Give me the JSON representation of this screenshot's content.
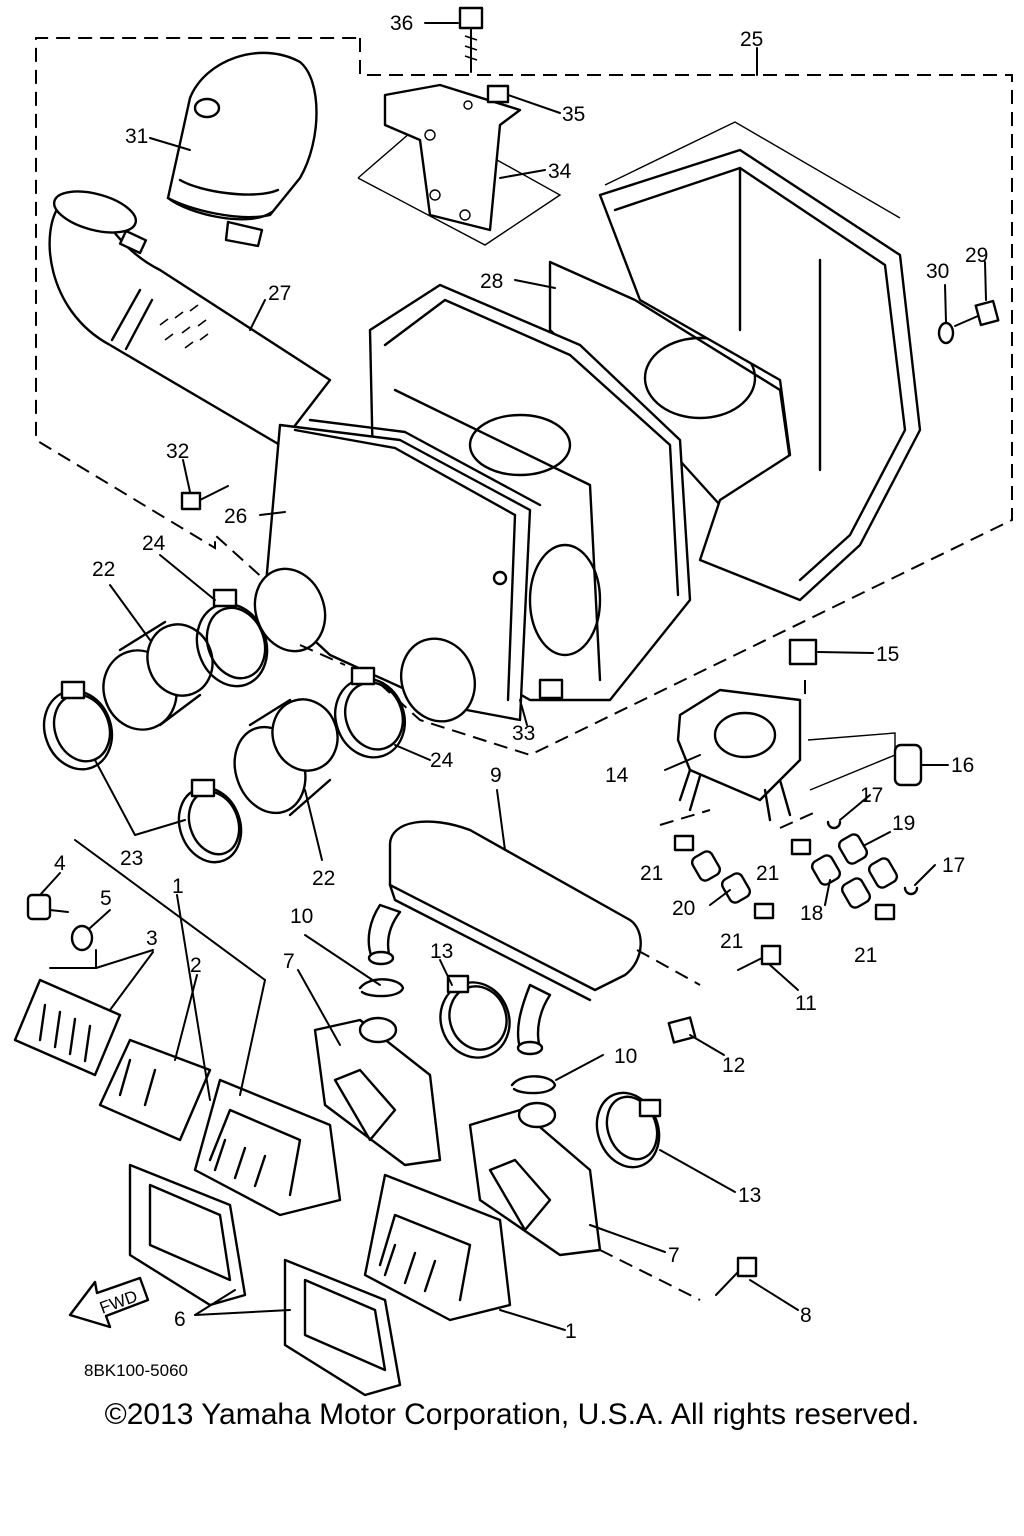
{
  "diagram": {
    "drawing_code": "8BK100-5060",
    "direction_arrow": "FWD",
    "callouts": {
      "c1a": "1",
      "c1b": "1",
      "c2": "2",
      "c3": "3",
      "c4": "4",
      "c5": "5",
      "c6": "6",
      "c7a": "7",
      "c7b": "7",
      "c8": "8",
      "c9": "9",
      "c10a": "10",
      "c10b": "10",
      "c11": "11",
      "c12": "12",
      "c13a": "13",
      "c13b": "13",
      "c14": "14",
      "c15": "15",
      "c16": "16",
      "c17a": "17",
      "c17b": "17",
      "c18": "18",
      "c19": "19",
      "c20": "20",
      "c21a": "21",
      "c21b": "21",
      "c21c": "21",
      "c21d": "21",
      "c22a": "22",
      "c22b": "22",
      "c23": "23",
      "c24a": "24",
      "c24b": "24",
      "c25": "25",
      "c26": "26",
      "c27": "27",
      "c28": "28",
      "c29": "29",
      "c30": "30",
      "c31": "31",
      "c32": "32",
      "c33": "33",
      "c34": "34",
      "c35": "35",
      "c36": "36"
    }
  },
  "footer": {
    "copyright": "©2013 Yamaha Motor Corporation, U.S.A. All rights reserved."
  }
}
